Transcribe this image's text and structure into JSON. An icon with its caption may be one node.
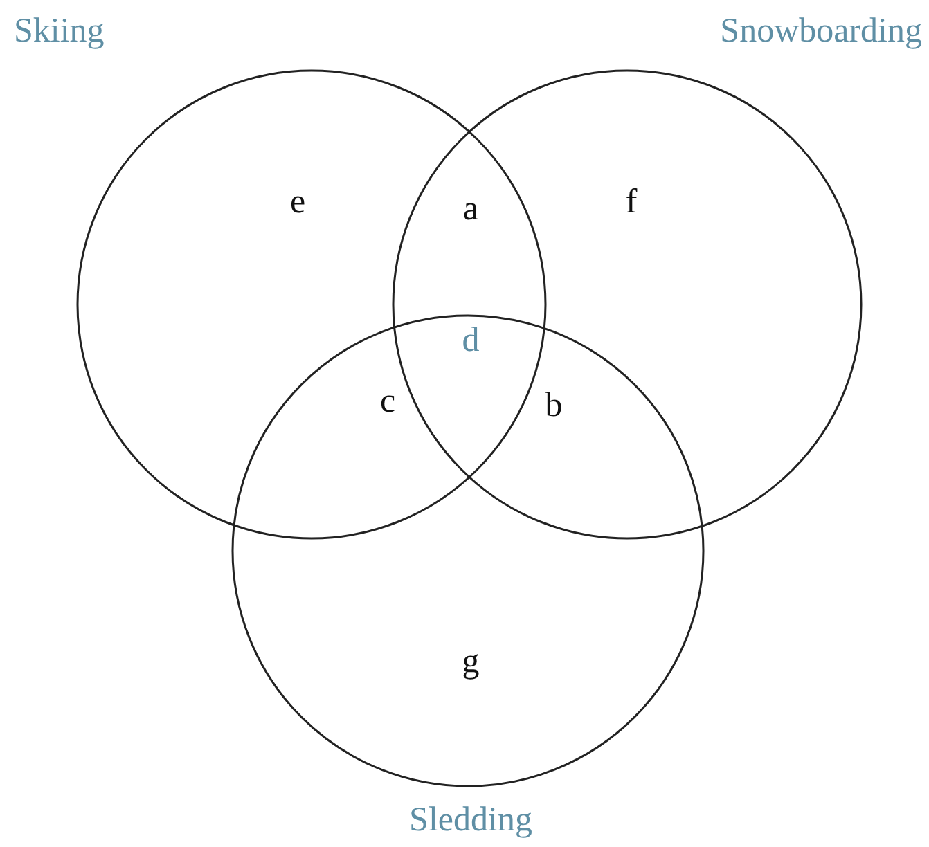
{
  "diagram": {
    "nodes": [
      {
        "text": [
          "Skiing"
        ]
      },
      {
        "text": [
          "Snowboarding"
        ]
      },
      {
        "text": [
          "Sledding"
        ]
      }
    ],
    "labels": [
      "e",
      "a",
      "f",
      "d",
      "c",
      "b",
      "g"
    ]
  }
}
